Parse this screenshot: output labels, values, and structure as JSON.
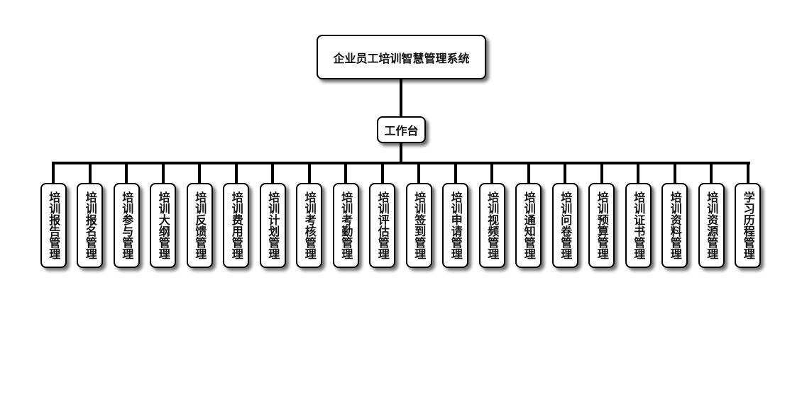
{
  "root": {
    "label": "企业员工培训智慧管理系统"
  },
  "workbench": {
    "label": "工作台"
  },
  "modules": [
    "培训报告管理",
    "培训报名管理",
    "培训参与管理",
    "培训大纲管理",
    "培训反馈管理",
    "培训费用管理",
    "培训计划管理",
    "培训考核管理",
    "培训考勤管理",
    "培训评估管理",
    "培训签到管理",
    "培训申请管理",
    "培训视频管理",
    "培训通知管理",
    "培训问卷管理",
    "培训预算管理",
    "培训证书管理",
    "培训资料管理",
    "培训资源管理",
    "学习历程管理"
  ]
}
